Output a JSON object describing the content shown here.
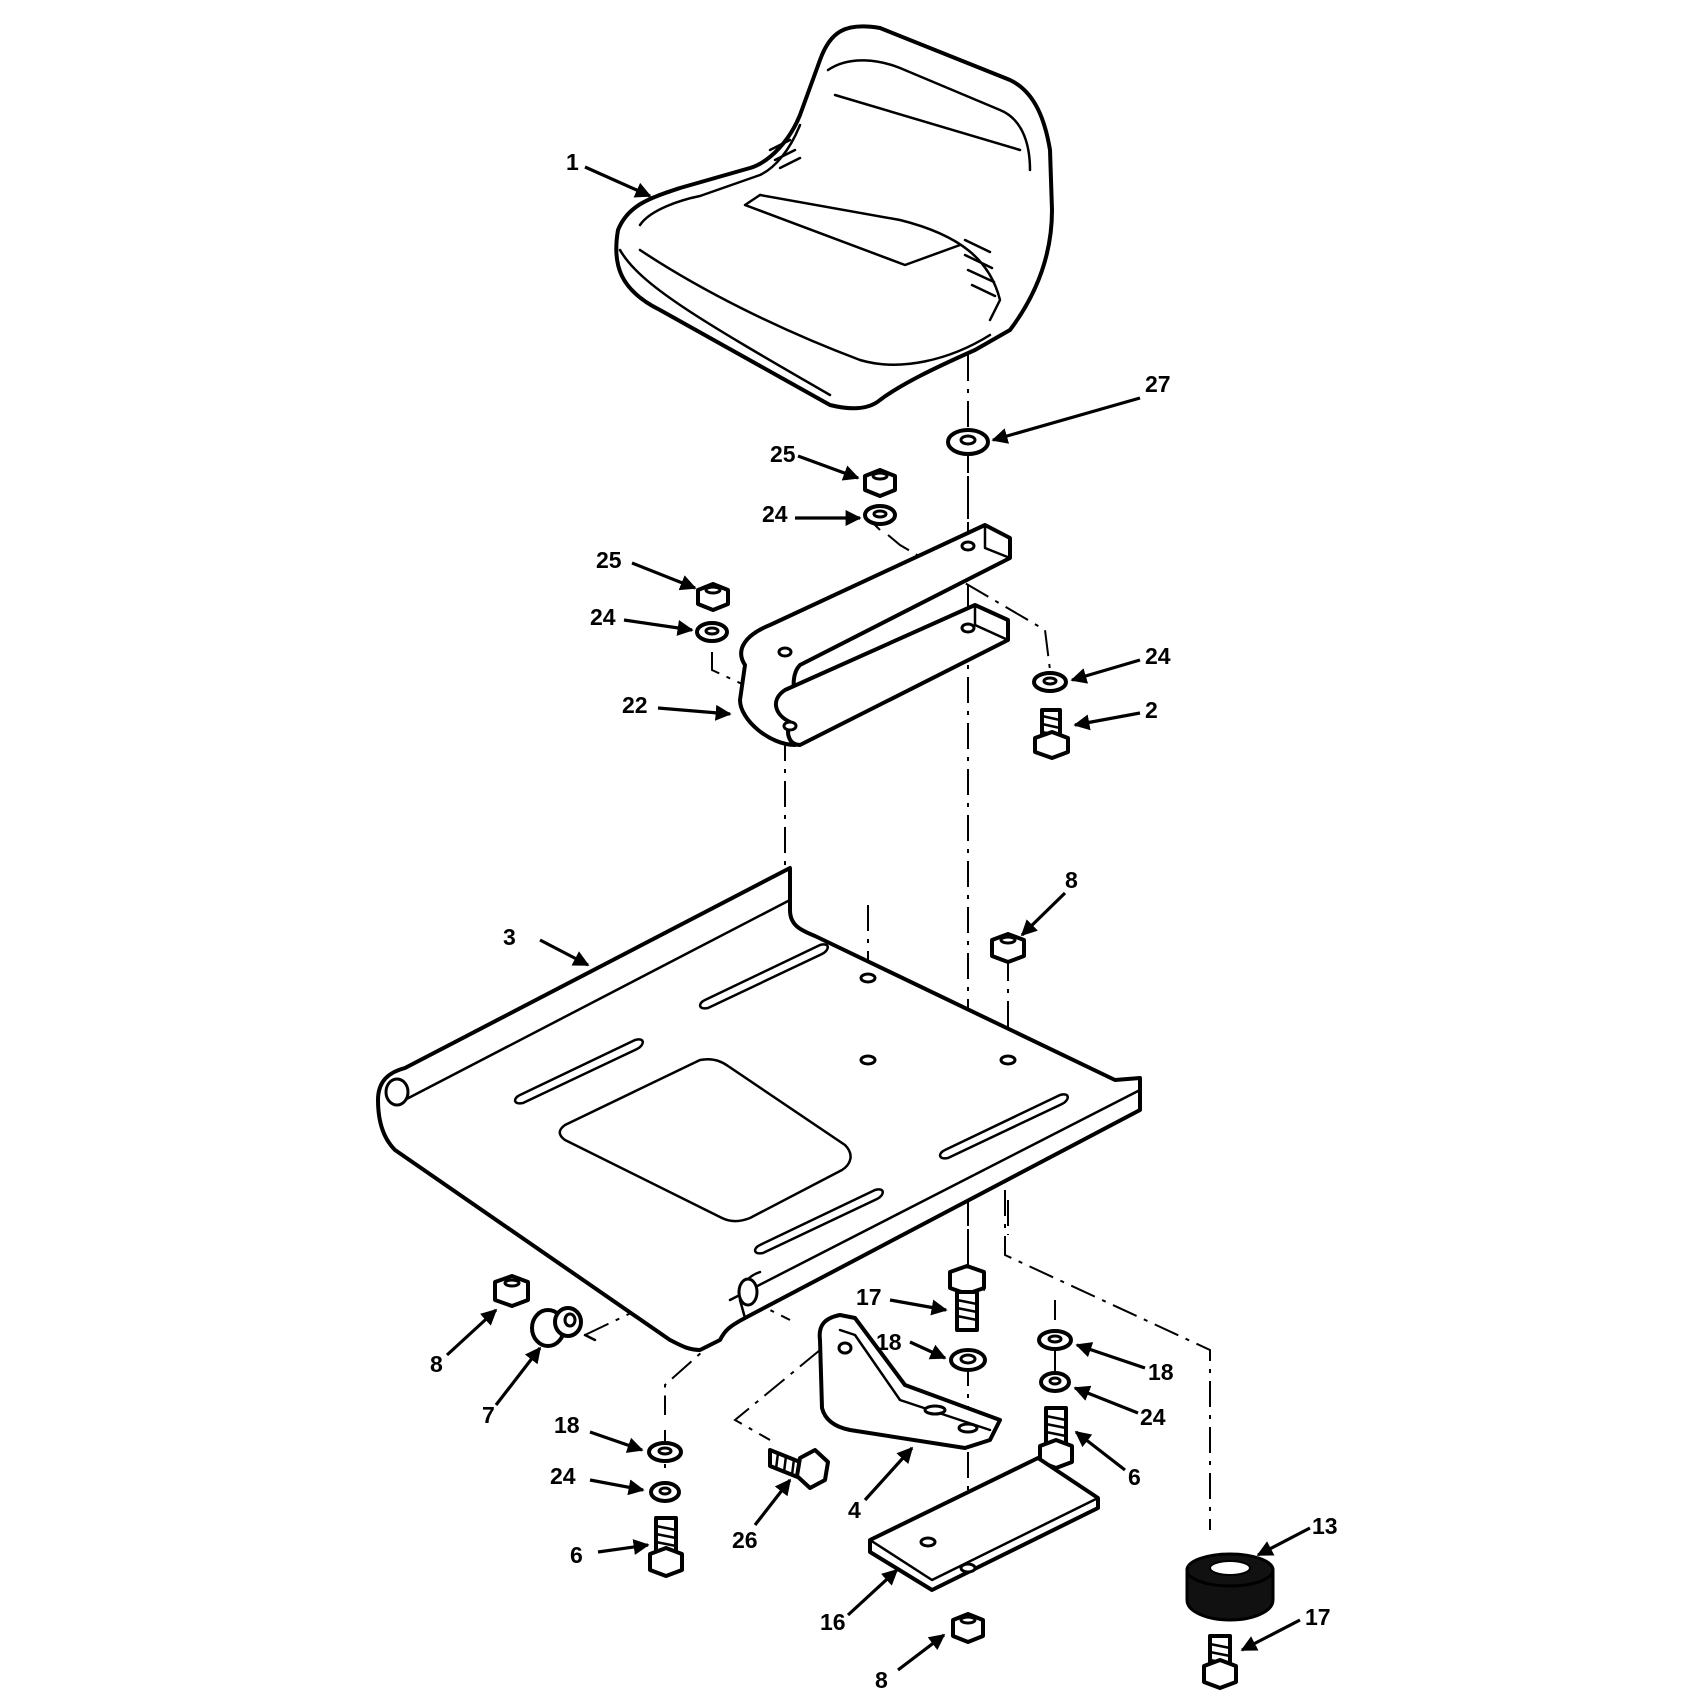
{
  "callouts": [
    {
      "id": "c1",
      "label": "1"
    },
    {
      "id": "c27",
      "label": "27"
    },
    {
      "id": "c25a",
      "label": "25"
    },
    {
      "id": "c24a",
      "label": "24"
    },
    {
      "id": "c25b",
      "label": "25"
    },
    {
      "id": "c24b",
      "label": "24"
    },
    {
      "id": "c24c",
      "label": "24"
    },
    {
      "id": "c22",
      "label": "22"
    },
    {
      "id": "c2",
      "label": "2"
    },
    {
      "id": "c3",
      "label": "3"
    },
    {
      "id": "c8a",
      "label": "8"
    },
    {
      "id": "c8b",
      "label": "8"
    },
    {
      "id": "c7",
      "label": "7"
    },
    {
      "id": "c17a",
      "label": "17"
    },
    {
      "id": "c18a",
      "label": "18"
    },
    {
      "id": "c18b",
      "label": "18"
    },
    {
      "id": "c24d",
      "label": "24"
    },
    {
      "id": "c18c",
      "label": "18"
    },
    {
      "id": "c24e",
      "label": "24"
    },
    {
      "id": "c6a",
      "label": "6"
    },
    {
      "id": "c6b",
      "label": "6"
    },
    {
      "id": "c26",
      "label": "26"
    },
    {
      "id": "c4",
      "label": "4"
    },
    {
      "id": "c13",
      "label": "13"
    },
    {
      "id": "c16",
      "label": "16"
    },
    {
      "id": "c17b",
      "label": "17"
    },
    {
      "id": "c8c",
      "label": "8"
    }
  ]
}
